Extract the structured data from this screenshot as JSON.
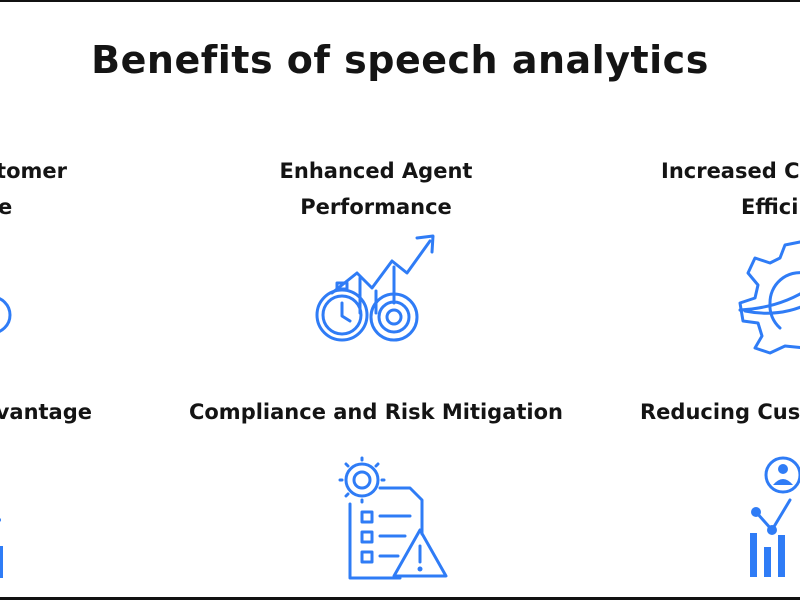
{
  "title": "Benefits of speech analytics",
  "benefits": [
    {
      "lines": [
        "tomer",
        "e"
      ],
      "icon": "customer-experience-icon"
    },
    {
      "lines": [
        "Enhanced Agent",
        "Performance"
      ],
      "icon": "stopwatch-gear-growth-icon"
    },
    {
      "lines": [
        "Increased C",
        "Effici"
      ],
      "icon": "gear-efficiency-icon"
    },
    {
      "lines": [
        "vantage"
      ],
      "icon": "bar-chart-icon"
    },
    {
      "lines": [
        "Compliance and Risk Mitigation"
      ],
      "icon": "compliance-checklist-warning-icon"
    },
    {
      "lines": [
        "Reducing Cus"
      ],
      "icon": "customer-analytics-icon"
    }
  ],
  "colors": {
    "accent": "#2f7cf6",
    "text": "#141414"
  }
}
